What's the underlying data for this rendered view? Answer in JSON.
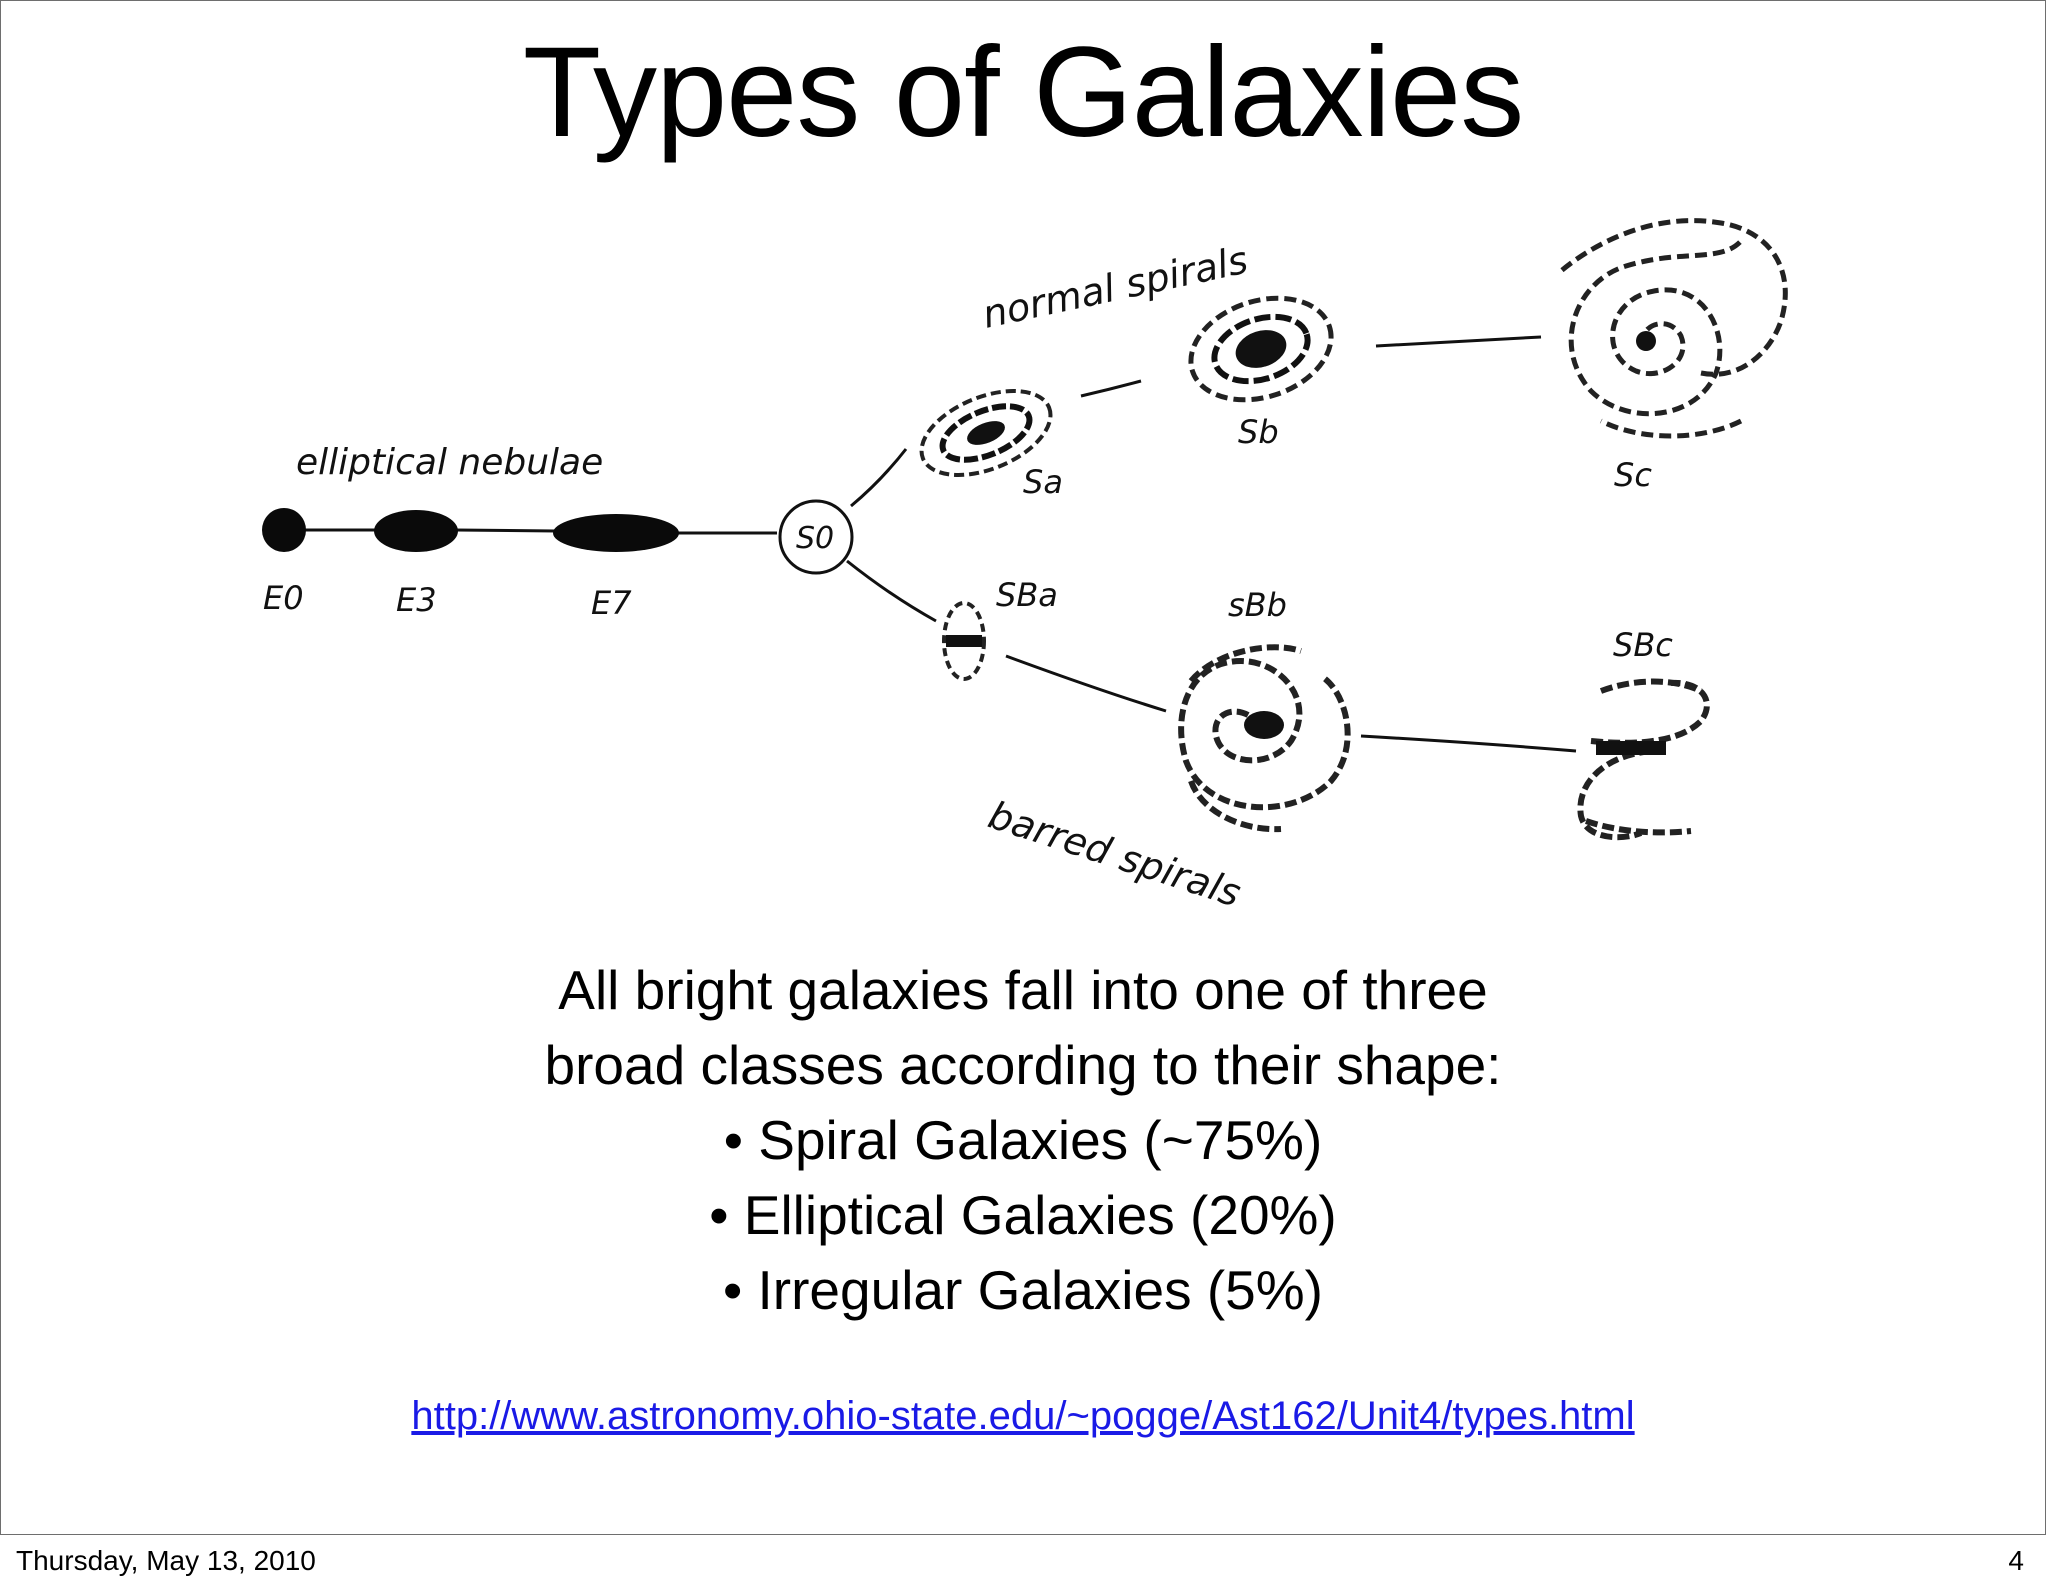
{
  "slide": {
    "title": "Types of Galaxies",
    "diagram": {
      "group_labels": {
        "elliptical": "elliptical nebulae",
        "normal": "normal spirals",
        "barred": "barred spirals"
      },
      "types": {
        "e0": "E0",
        "e3": "E3",
        "e7": "E7",
        "s0": "S0",
        "sa": "Sa",
        "sb": "Sb",
        "sc": "Sc",
        "sba": "SBa",
        "sbb": "sBb",
        "sbc": "SBc"
      }
    },
    "body": {
      "line1": "All bright galaxies fall into one of three",
      "line2": "broad classes according to their shape:",
      "bullets": [
        "• Spiral Galaxies (~75%)",
        "• Elliptical Galaxies (20%)",
        "• Irregular Galaxies (5%)"
      ]
    },
    "link": "http://www.astronomy.ohio-state.edu/~pogge/Ast162/Unit4/types.html"
  },
  "footer": {
    "date": "Thursday, May 13, 2010",
    "page": "4"
  }
}
